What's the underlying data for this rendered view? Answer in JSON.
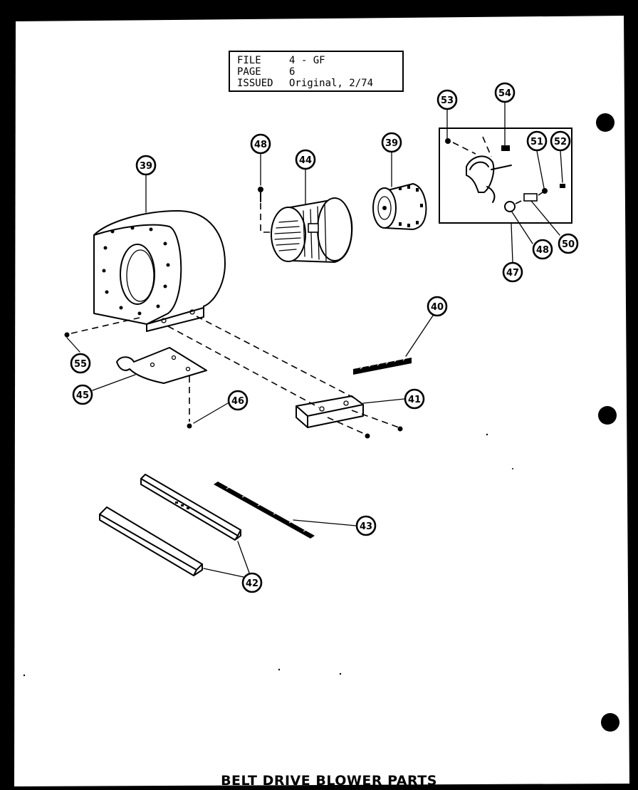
{
  "header": {
    "file_label": "FILE",
    "file_value": "4 - GF",
    "page_label": "PAGE",
    "page_value": "6",
    "issued_label": "ISSUED",
    "issued_value": "Original, 2/74"
  },
  "title": "BELT DRIVE BLOWER PARTS",
  "callouts": {
    "c39a": "39",
    "c48a": "48",
    "c44": "44",
    "c39b": "39",
    "c53": "53",
    "c54": "54",
    "c51": "51",
    "c52": "52",
    "c48b": "48",
    "c50": "50",
    "c47": "47",
    "c40": "40",
    "c55": "55",
    "c45": "45",
    "c46": "46",
    "c41": "41",
    "c43": "43",
    "c42": "42"
  }
}
